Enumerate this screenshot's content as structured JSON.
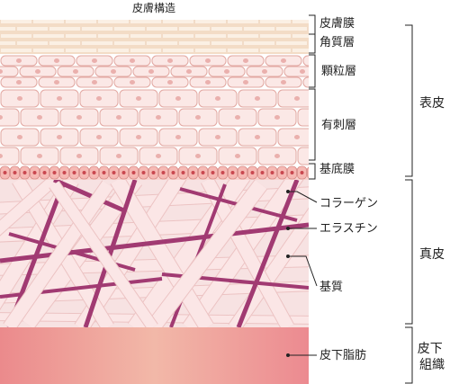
{
  "title": "皮膚構造",
  "layers": [
    {
      "id": "kakushitsu_top",
      "label": "皮膚膜"
    },
    {
      "id": "kakushitsu",
      "label": "角質層"
    },
    {
      "id": "karyu",
      "label": "顆粒層"
    },
    {
      "id": "yukyoku",
      "label": "有刺層"
    },
    {
      "id": "kitei",
      "label": "基底膜"
    },
    {
      "id": "collagen",
      "label": "コラーゲン"
    },
    {
      "id": "elastin",
      "label": "エラスチン"
    },
    {
      "id": "kishitsu",
      "label": "基質"
    },
    {
      "id": "hika",
      "label": "皮下脂肪"
    }
  ],
  "groups": [
    {
      "id": "hyohi",
      "label": "表皮"
    },
    {
      "id": "shinpi",
      "label": "真皮"
    },
    {
      "id": "hika_soshiki",
      "label": "皮下\n組織"
    }
  ],
  "colors": {
    "corneum": "#f3dcc6",
    "cell_fill": "#fbe8e6",
    "cell_stroke": "#e2a8a2",
    "nucleus": "#eab0ad",
    "basal": "#f6b9b4",
    "collagen": "#fbe6e6",
    "collagen_stroke": "#ecc3c3",
    "elastin": "#a13a72",
    "dermis_bg": "#f7e2e2",
    "subcutis_left": "#eb8a8c",
    "subcutis_mid": "#f2b8a8",
    "subcutis_right": "#ec8a90",
    "leader": "#222222"
  }
}
